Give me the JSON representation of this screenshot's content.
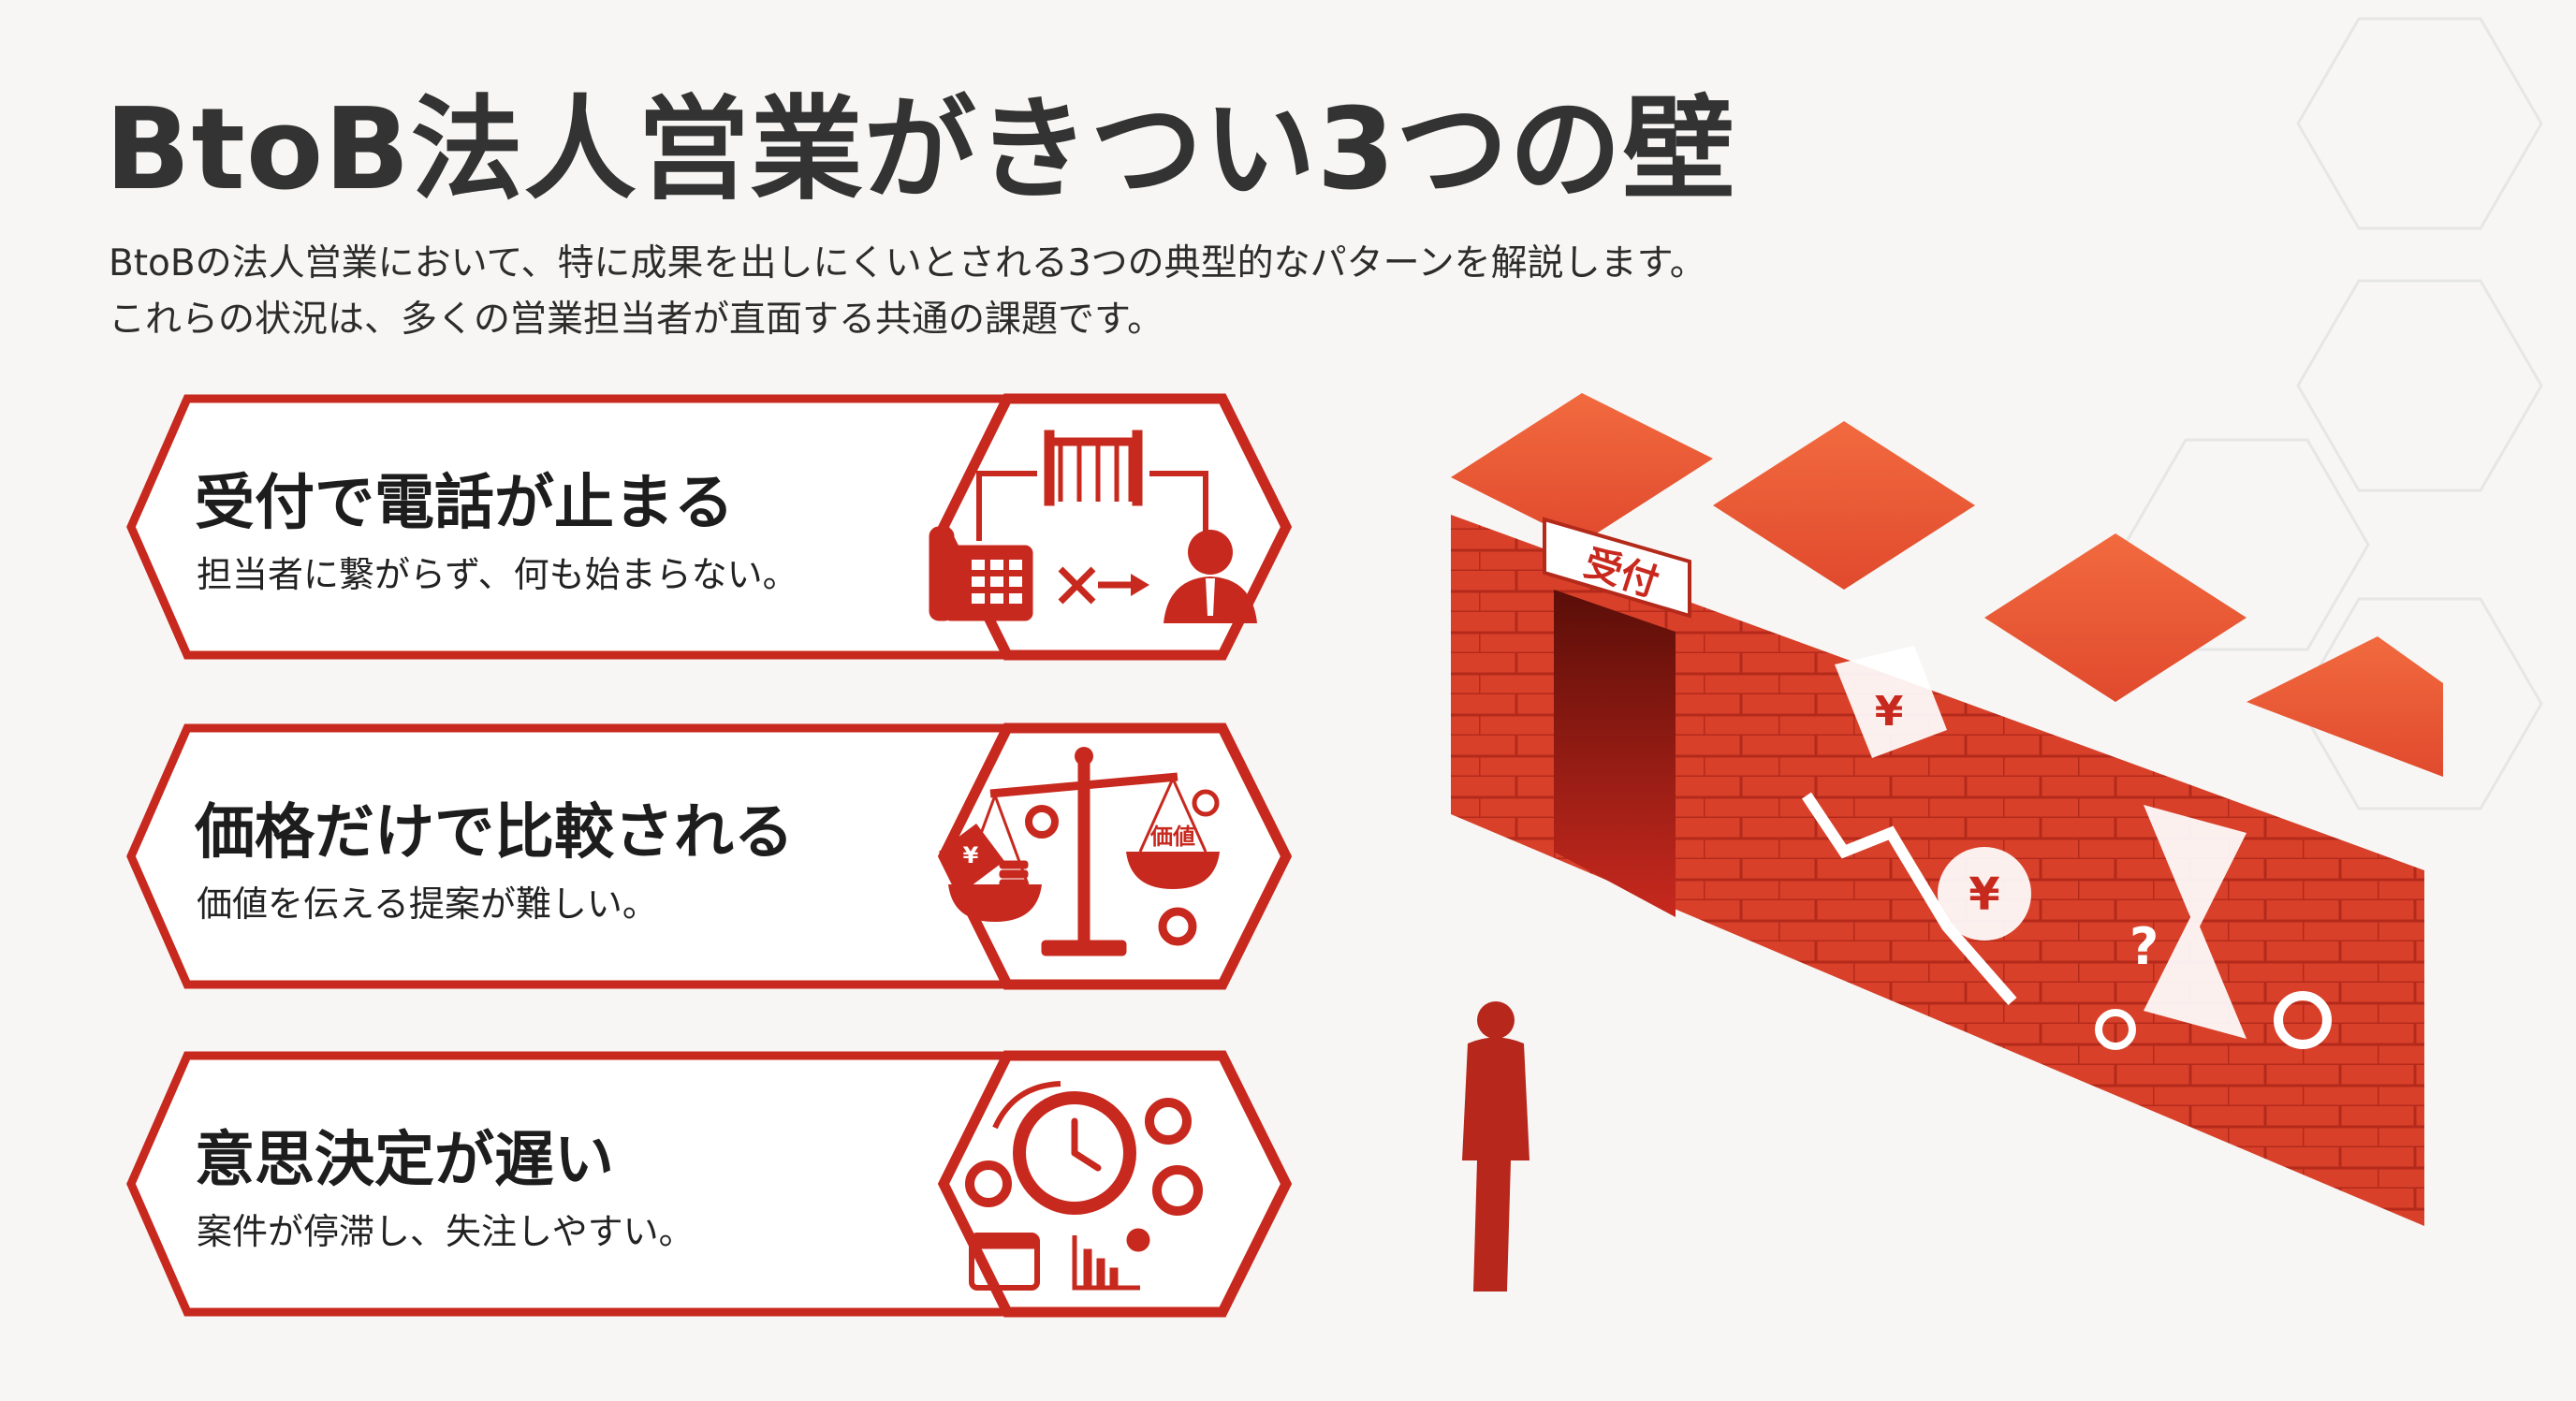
{
  "header": {
    "title": "BtoB法人営業がきつい3つの壁",
    "description": [
      "BtoBの法人営業において、特に成果を出しにくいとされる3つの典型的なパターンを解説します。",
      "これらの状況は、多くの営業担当者が直面する共通の課題です。"
    ]
  },
  "cards": [
    {
      "title": "受付で電話が止まる",
      "subtitle": "担当者に繋がらず、何も始まらない。",
      "icon": "phone-blocked-gate-icon"
    },
    {
      "title": "価格だけで比較される",
      "subtitle": "価値を伝える提案が難しい。",
      "icon": "price-vs-value-scale-icon"
    },
    {
      "title": "意思決定が遅い",
      "subtitle": "案件が停滞し、失注しやすい。",
      "icon": "clock-gears-delay-icon"
    }
  ],
  "illustration": {
    "door_sign": "受付",
    "price_tag_symbol": "¥",
    "coin_symbol": "¥",
    "scale_label": "価値",
    "question_mark": "?"
  },
  "colors": {
    "accent": "#c8291e",
    "accent_light": "#e8573a",
    "background": "#f7f6f4",
    "text": "#262626"
  }
}
